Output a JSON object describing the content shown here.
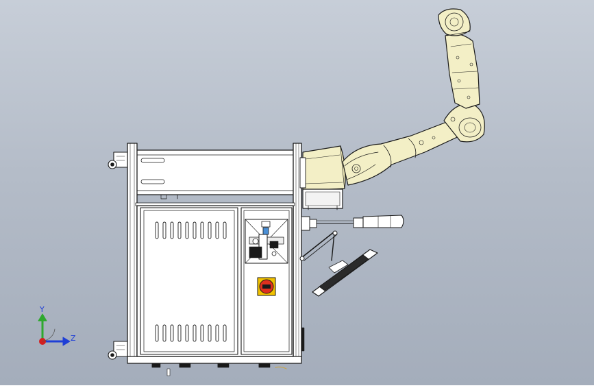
{
  "triad": {
    "y_label": "Y",
    "z_label": "Z",
    "y_color": "#2ea82e",
    "z_color": "#1f3fd6",
    "x_color": "#d41f1f"
  },
  "colors": {
    "background_top": "#c7ced8",
    "background_bottom": "#a4adbb",
    "robot_body": "#f3efc6",
    "frame": "#ffffff",
    "outline": "#1a1a1a",
    "estop_red": "#e0301e",
    "estop_yellow": "#f2c200"
  },
  "parts": [
    "robot-arm",
    "cabinet-frame",
    "upper-beam",
    "control-cabinet",
    "pneumatic-panel",
    "emergency-stop",
    "welding-torch",
    "teach-pendant",
    "caster-wheels"
  ]
}
